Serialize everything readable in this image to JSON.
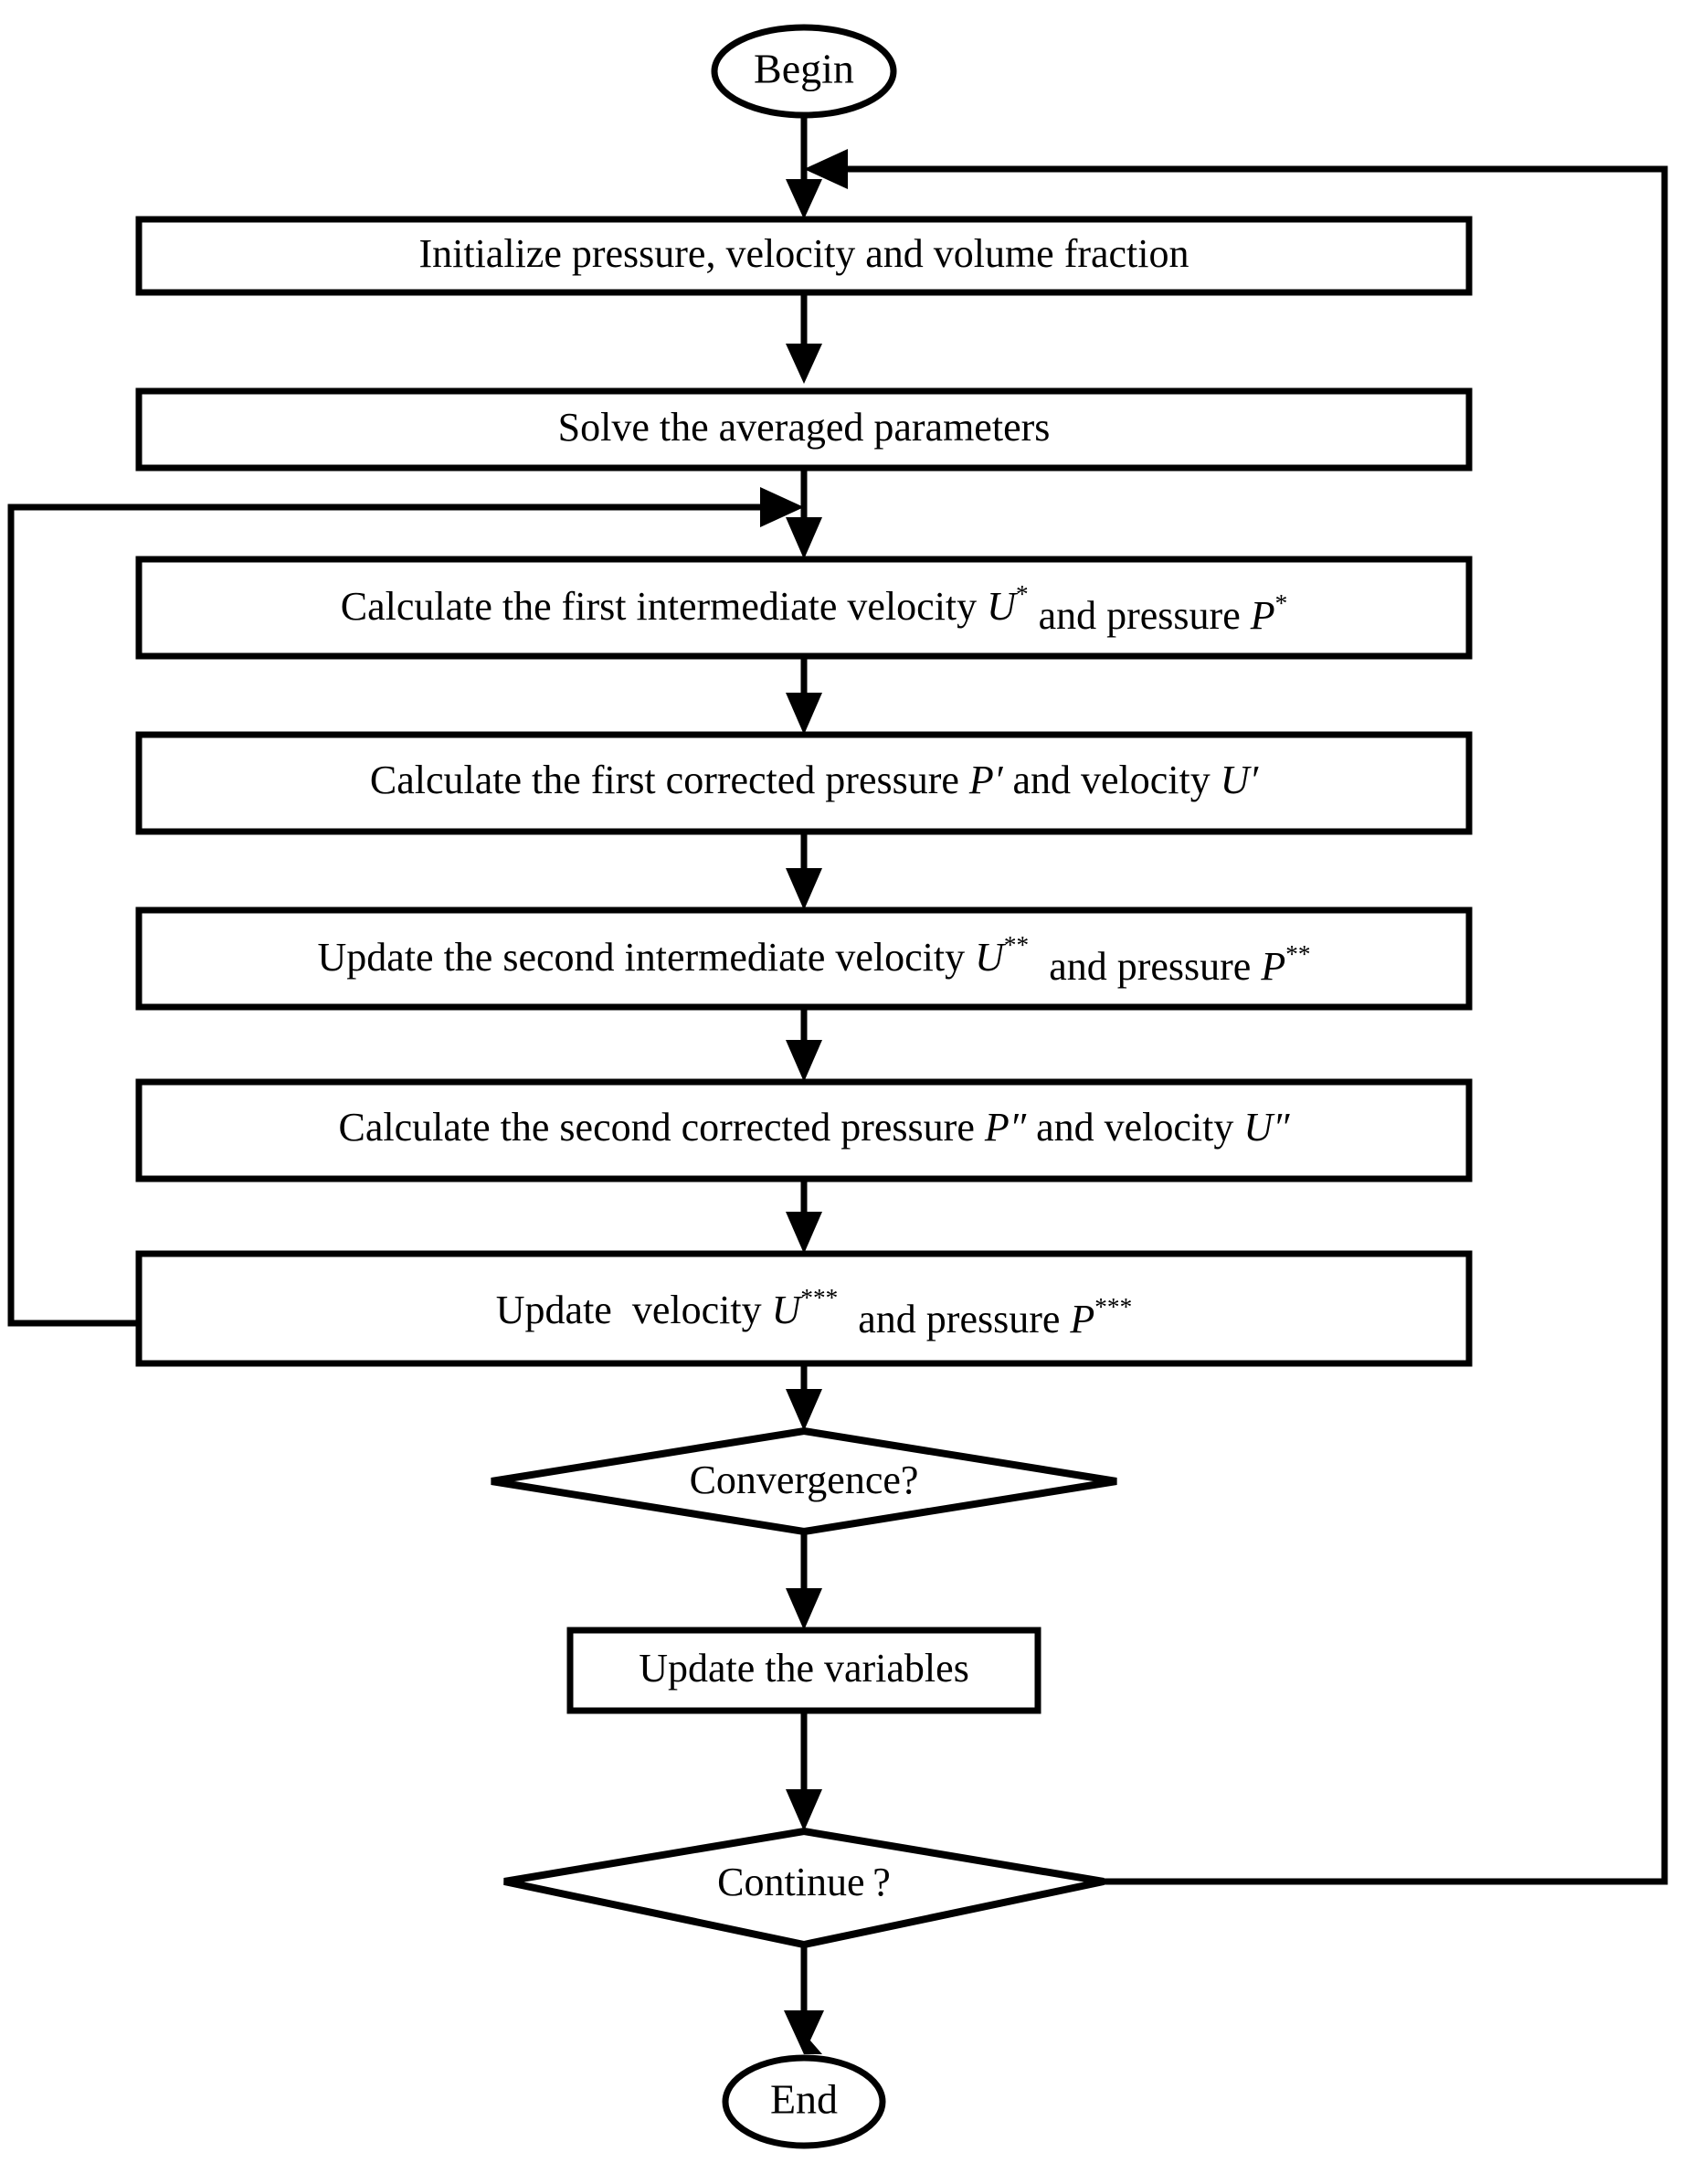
{
  "diagram": {
    "title": "Algorithm flowchart",
    "type": "flowchart",
    "colors": {
      "stroke": "#000000",
      "fill": "#ffffff",
      "text": "#000000"
    },
    "nodes": {
      "begin": {
        "shape": "ellipse",
        "label": "Begin"
      },
      "initialize": {
        "shape": "process",
        "label": "Initialize pressure, velocity and volume fraction"
      },
      "solve_averaged": {
        "shape": "process",
        "label": "Solve the averaged parameters"
      },
      "first_intermediate": {
        "shape": "process",
        "label_part1": "Calculate the first intermediate velocity ",
        "var1": "U",
        "sup1": "*",
        "label_part2": " and pressure ",
        "var2": "P",
        "sup2": "*"
      },
      "first_corrected": {
        "shape": "process",
        "label_part1": "Calculate the first corrected pressure ",
        "var1": "P",
        "sup1": "′",
        "label_part2": " and velocity ",
        "var2": "U",
        "sup2": "′"
      },
      "second_intermediate": {
        "shape": "process",
        "label_part1": "Update the second intermediate velocity ",
        "var1": "U",
        "sup1": "**",
        "label_part2": "  and pressure ",
        "var2": "P",
        "sup2": "**"
      },
      "second_corrected": {
        "shape": "process",
        "label_part1": "Calculate the second corrected pressure ",
        "var1": "P",
        "sup1": "″",
        "label_part2": " and velocity ",
        "var2": "U",
        "sup2": "″"
      },
      "update_uv": {
        "shape": "process",
        "label_part1": "Update  velocity ",
        "var1": "U",
        "sup1": "***",
        "label_part2": "  and pressure ",
        "var2": "P",
        "sup2": "***"
      },
      "convergence": {
        "shape": "decision",
        "label": "Convergence?"
      },
      "update_variables": {
        "shape": "process",
        "label": "Update the variables"
      },
      "continue": {
        "shape": "decision",
        "label": "Continue ?"
      },
      "end": {
        "shape": "ellipse",
        "label": "End"
      }
    },
    "edges": [
      {
        "name": "begin-to-initialize",
        "from": "begin",
        "to": "initialize",
        "kind": "straight-down"
      },
      {
        "name": "initialize-to-solve",
        "from": "initialize",
        "to": "solve_averaged",
        "kind": "straight-down"
      },
      {
        "name": "solve-to-first-intermediate",
        "from": "solve_averaged",
        "to": "first_intermediate",
        "kind": "straight-down"
      },
      {
        "name": "first-intermediate-to-first-corrected",
        "from": "first_intermediate",
        "to": "first_corrected",
        "kind": "straight-down"
      },
      {
        "name": "first-corrected-to-second-intermediate",
        "from": "first_corrected",
        "to": "second_intermediate",
        "kind": "straight-down"
      },
      {
        "name": "second-intermediate-to-second-corrected",
        "from": "second_intermediate",
        "to": "second_corrected",
        "kind": "straight-down"
      },
      {
        "name": "second-corrected-to-update-uv",
        "from": "second_corrected",
        "to": "update_uv",
        "kind": "straight-down"
      },
      {
        "name": "update-uv-to-convergence",
        "from": "update_uv",
        "to": "convergence",
        "kind": "straight-down"
      },
      {
        "name": "convergence-to-update-variables",
        "from": "convergence",
        "to": "update_variables",
        "kind": "straight-down"
      },
      {
        "name": "update-variables-to-continue",
        "from": "update_variables",
        "to": "continue",
        "kind": "straight-down"
      },
      {
        "name": "continue-to-end",
        "from": "continue",
        "to": "end",
        "kind": "straight-down"
      },
      {
        "name": "inner-loop-feedback",
        "from": "update_uv",
        "to": "first_intermediate",
        "kind": "left-loop"
      },
      {
        "name": "outer-loop-feedback",
        "from": "continue",
        "to": "initialize",
        "kind": "right-loop"
      }
    ]
  }
}
